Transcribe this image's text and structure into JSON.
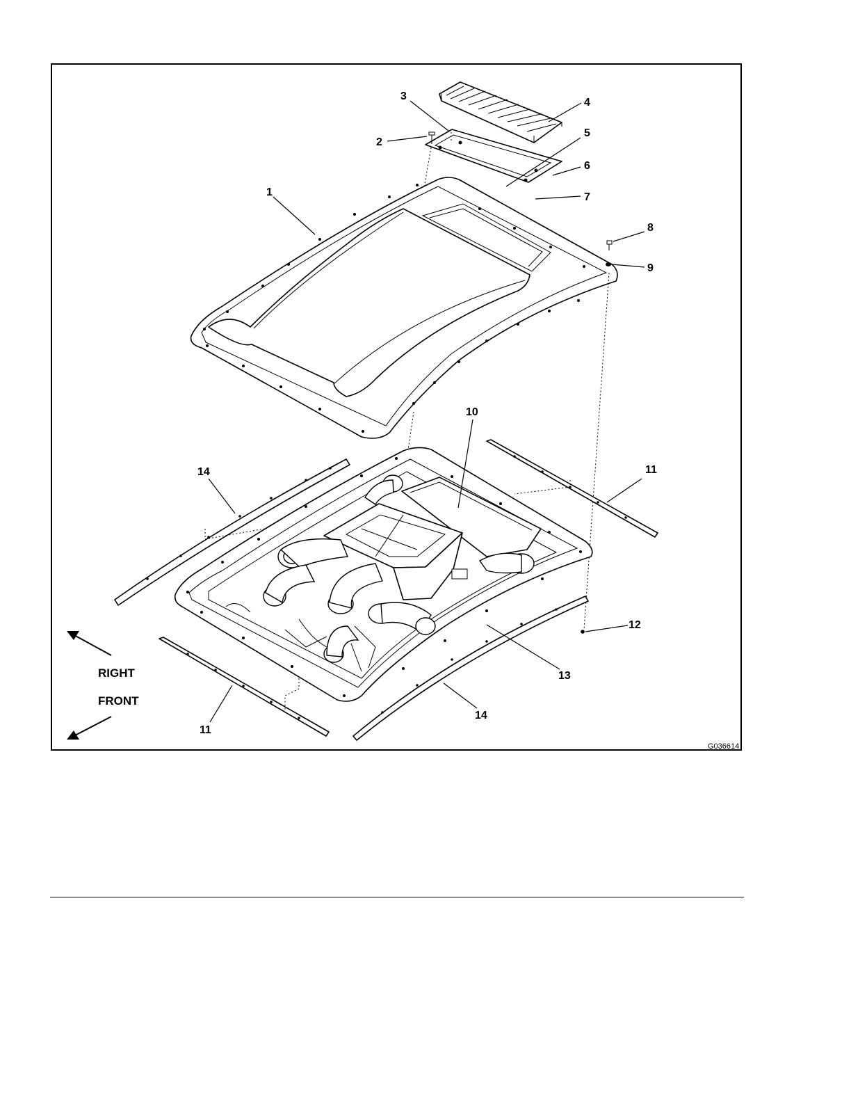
{
  "callouts": {
    "c1": "1",
    "c2": "2",
    "c3": "3",
    "c4": "4",
    "c5": "5",
    "c6": "6",
    "c7": "7",
    "c8": "8",
    "c9": "9",
    "c10": "10",
    "c11a": "11",
    "c11b": "11",
    "c12": "12",
    "c13": "13",
    "c14a": "14",
    "c14b": "14"
  },
  "orientation": {
    "right": "RIGHT",
    "front": "FRONT"
  },
  "figure_id": "G036614",
  "icons": {
    "right_arrow": "arrow-up-left-icon",
    "front_arrow": "arrow-down-left-icon"
  }
}
